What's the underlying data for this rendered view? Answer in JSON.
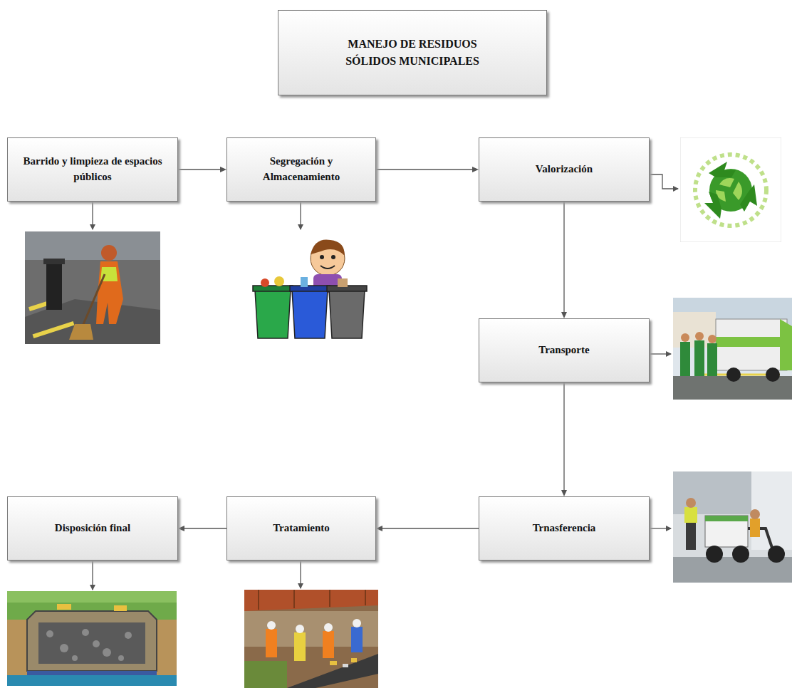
{
  "diagram": {
    "title": "MANEJO DE RESIDUOS SÓLIDOS MUNICIPALES",
    "nodes": [
      {
        "text": [
          "Barrido y limpieza de espacios públicos"
        ]
      },
      {
        "text": [
          "Segregación y Almacenamiento"
        ]
      },
      {
        "text": [
          "Valorización"
        ]
      },
      {
        "text": [
          "Transporte"
        ]
      },
      {
        "text": [
          "Trnasferencia"
        ]
      },
      {
        "text": [
          "Tratamiento"
        ]
      },
      {
        "text": [
          "Disposición final"
        ]
      }
    ],
    "edges": [
      {
        "from": 0,
        "to": 1,
        "arrow": "to"
      },
      {
        "from": 1,
        "to": 2,
        "arrow": "to"
      },
      {
        "from": 2,
        "to": 3,
        "arrow": "to"
      },
      {
        "from": 3,
        "to": 4,
        "arrow": "to"
      },
      {
        "from": 4,
        "to": 5,
        "arrow": "to"
      },
      {
        "from": 5,
        "to": 6,
        "arrow": "to"
      }
    ]
  }
}
